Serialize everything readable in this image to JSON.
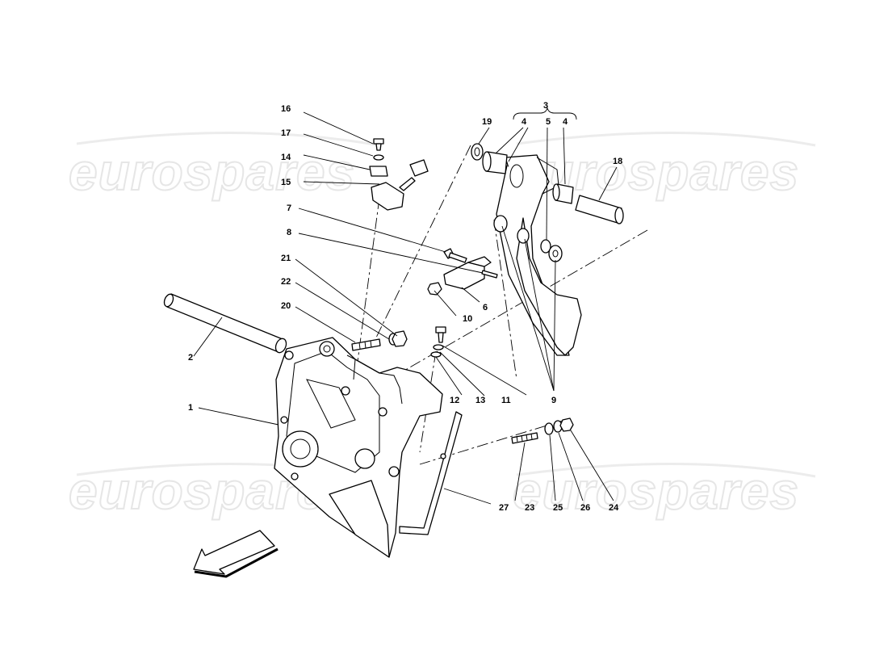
{
  "watermark": {
    "text": "eurospares"
  },
  "callouts": {
    "c1": "1",
    "c2": "2",
    "c3": "3",
    "c4a": "4",
    "c4b": "4",
    "c5": "5",
    "c6": "6",
    "c7": "7",
    "c8": "8",
    "c9": "9",
    "c10": "10",
    "c11": "11",
    "c12": "12",
    "c13": "13",
    "c14": "14",
    "c15": "15",
    "c16": "16",
    "c17": "17",
    "c18": "18",
    "c19": "19",
    "c20": "20",
    "c21": "21",
    "c22": "22",
    "c23": "23",
    "c24": "24",
    "c25": "25",
    "c26": "26",
    "c27": "27"
  },
  "icons": {
    "direction_arrow": "front-direction-arrow-icon"
  }
}
